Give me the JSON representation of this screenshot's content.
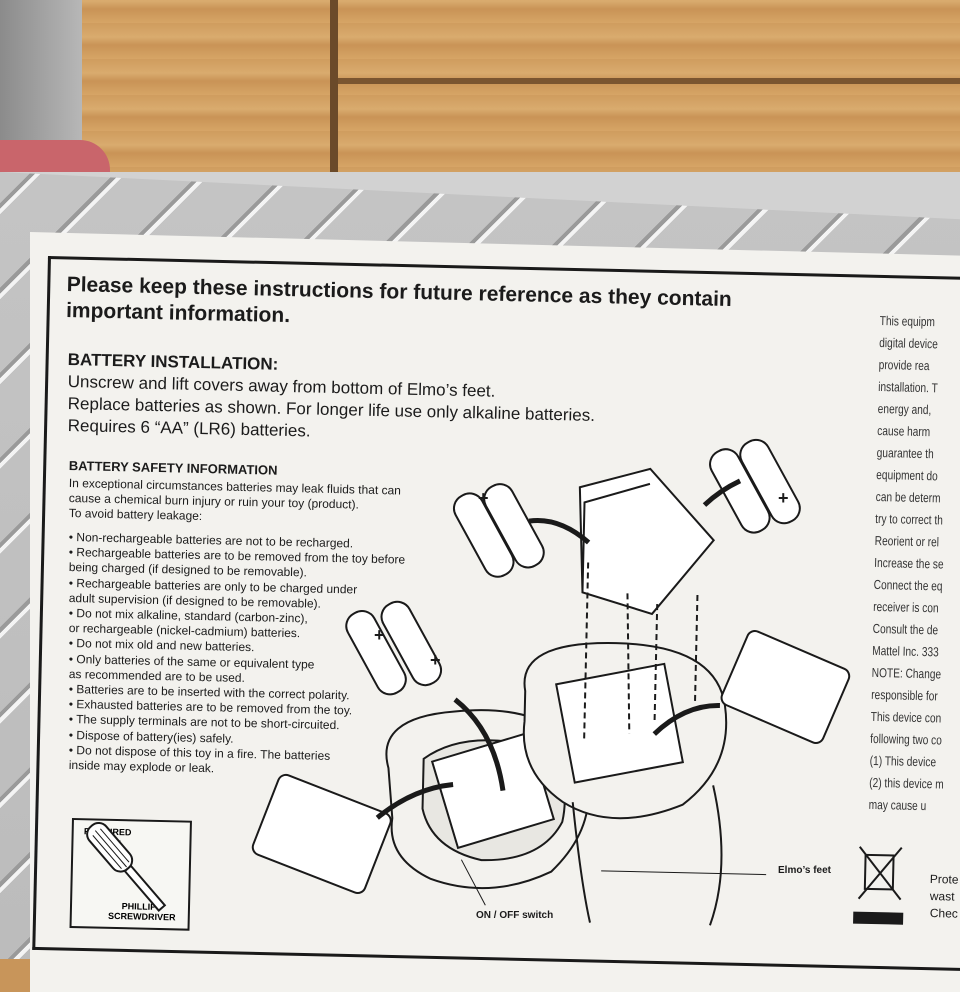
{
  "heading": {
    "line1": "Please keep these instructions for future reference as they contain",
    "line2": "important information."
  },
  "battery_installation": {
    "title": "BATTERY INSTALLATION:",
    "lines": [
      "Unscrew and lift covers away from bottom of Elmo’s feet.",
      "Replace batteries as shown. For longer life use only alkaline batteries.",
      "Requires 6 “AA” (LR6) batteries."
    ]
  },
  "battery_safety": {
    "title": "BATTERY SAFETY INFORMATION",
    "intro": [
      "In exceptional circumstances batteries may leak fluids that can",
      "cause a chemical burn injury or ruin your toy (product).",
      "To avoid battery leakage:"
    ],
    "bullets": [
      "• Non-rechargeable batteries are not to be recharged.",
      "• Rechargeable batteries are to be removed from the toy before",
      "   being charged (if designed to be removable).",
      "• Rechargeable batteries are only to be charged under",
      "   adult supervision (if designed to be removable).",
      "• Do not mix alkaline, standard (carbon-zinc),",
      "   or rechargeable (nickel-cadmium) batteries.",
      "• Do not mix old and new batteries.",
      "• Only batteries of the same or equivalent type",
      "   as recommended are to be used.",
      "• Batteries are to be inserted with the correct polarity.",
      "• Exhausted batteries are to be removed from the toy.",
      "• The supply terminals are not to be short-circuited.",
      "• Dispose of battery(ies) safely.",
      "• Do not dispose of this toy in a fire. The batteries",
      "   inside may explode or leak."
    ]
  },
  "tool": {
    "required_label": "REQUIRED TOOL:",
    "tool_name": "PHILLIPS SCREWDRIVER"
  },
  "captions": {
    "feet": "Elmo’s feet",
    "switch": "ON / OFF switch"
  },
  "side_text": [
    "This equipm",
    "digital device",
    "provide  rea",
    "installation. T",
    "energy and,",
    "cause  harm",
    "guarantee  th",
    "equipment do",
    "can be determ",
    "try to correct th",
    "",
    "Reorient or rel",
    "Increase the se",
    "Connect the eq",
    "receiver is con",
    "Consult the de",
    "Mattel Inc. 333",
    "NOTE: Change",
    "responsible for",
    "",
    "This device con",
    "following two co",
    "(1) This device",
    "(2) this device m",
    "     may cause u"
  ],
  "weee": [
    "Prote",
    "wast",
    "Chec"
  ],
  "polarity": {
    "plus": "+",
    "minus": "−"
  }
}
